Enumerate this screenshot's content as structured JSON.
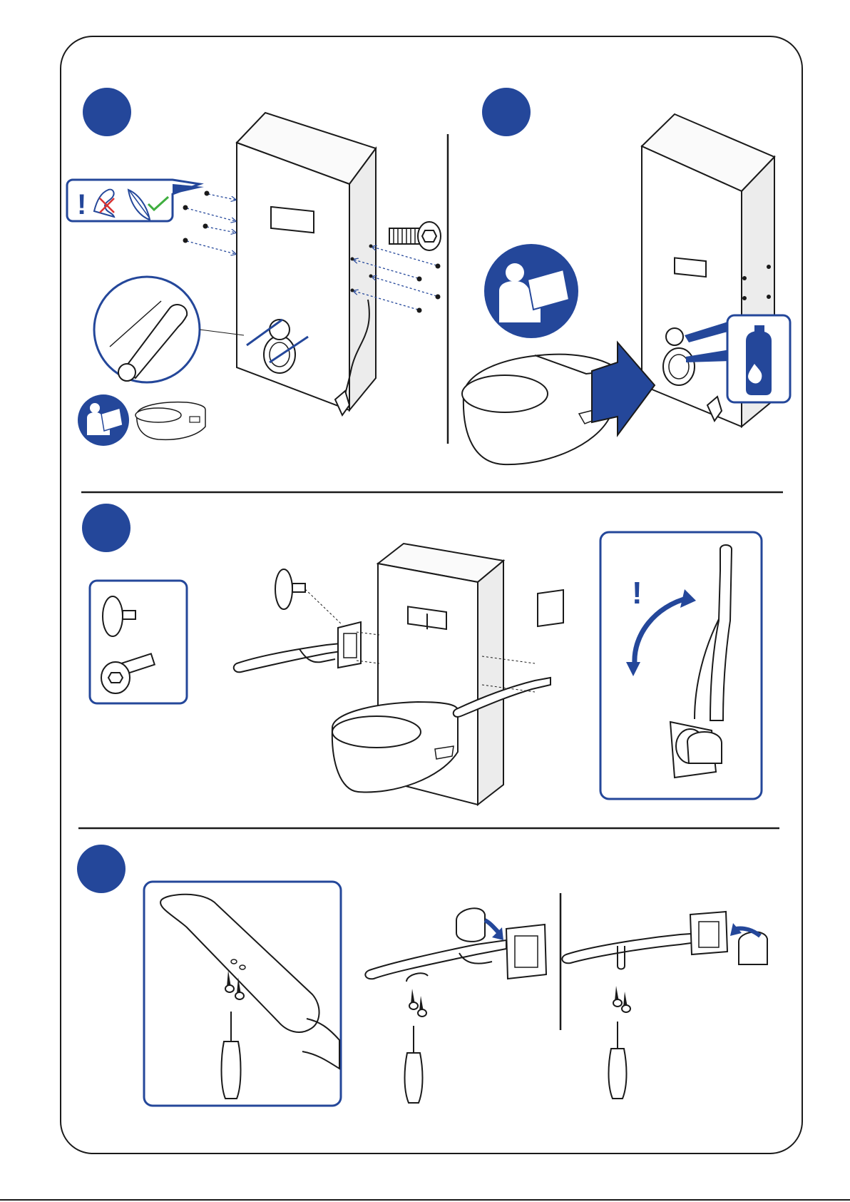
{
  "document": {
    "colors": {
      "accent": "#24479a",
      "outline": "#1a1a1a",
      "panel": "#f4f4f4",
      "check": "#3fae3f",
      "warning_cross": "#d93232"
    },
    "warning_mark": "!",
    "steps": [
      {
        "id": "step-1",
        "icons": [
          "read-manual-icon",
          "strength-cross-icon",
          "feather-check-icon",
          "screw-icon"
        ]
      },
      {
        "id": "step-2",
        "icons": [
          "read-manual-icon",
          "detergent-bottle-icon",
          "arrow-right-icon"
        ]
      },
      {
        "id": "step-3",
        "icons": [
          "mounting-plate-icon",
          "flat-screw-icon",
          "rotation-arrow-icon"
        ]
      },
      {
        "id": "step-4",
        "icons": [
          "screw-pair-icon",
          "screwdriver-icon",
          "arrow-icon"
        ]
      }
    ]
  }
}
